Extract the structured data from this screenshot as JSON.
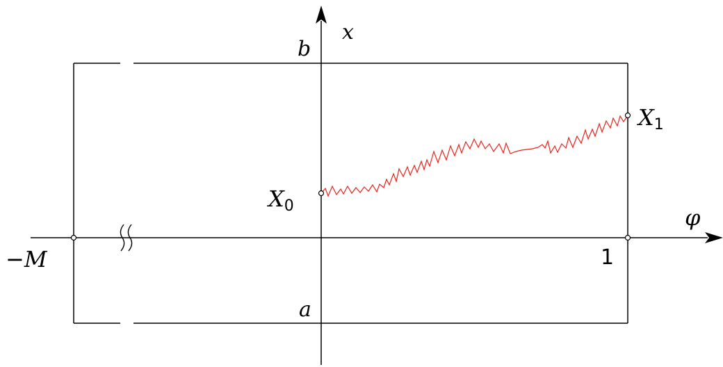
{
  "labels": {
    "x_axis_var": "φ",
    "y_axis_var": "x",
    "upper_bound": "b",
    "lower_bound": "a",
    "left_bound_sign": "−",
    "left_bound_var": "M",
    "right_bound": "1",
    "start_point_var": "X",
    "start_point_sub": "0",
    "end_point_var": "X",
    "end_point_sub": "1"
  },
  "colors": {
    "axes": "#000000",
    "frame": "#000000",
    "path": "#e8241c"
  }
}
